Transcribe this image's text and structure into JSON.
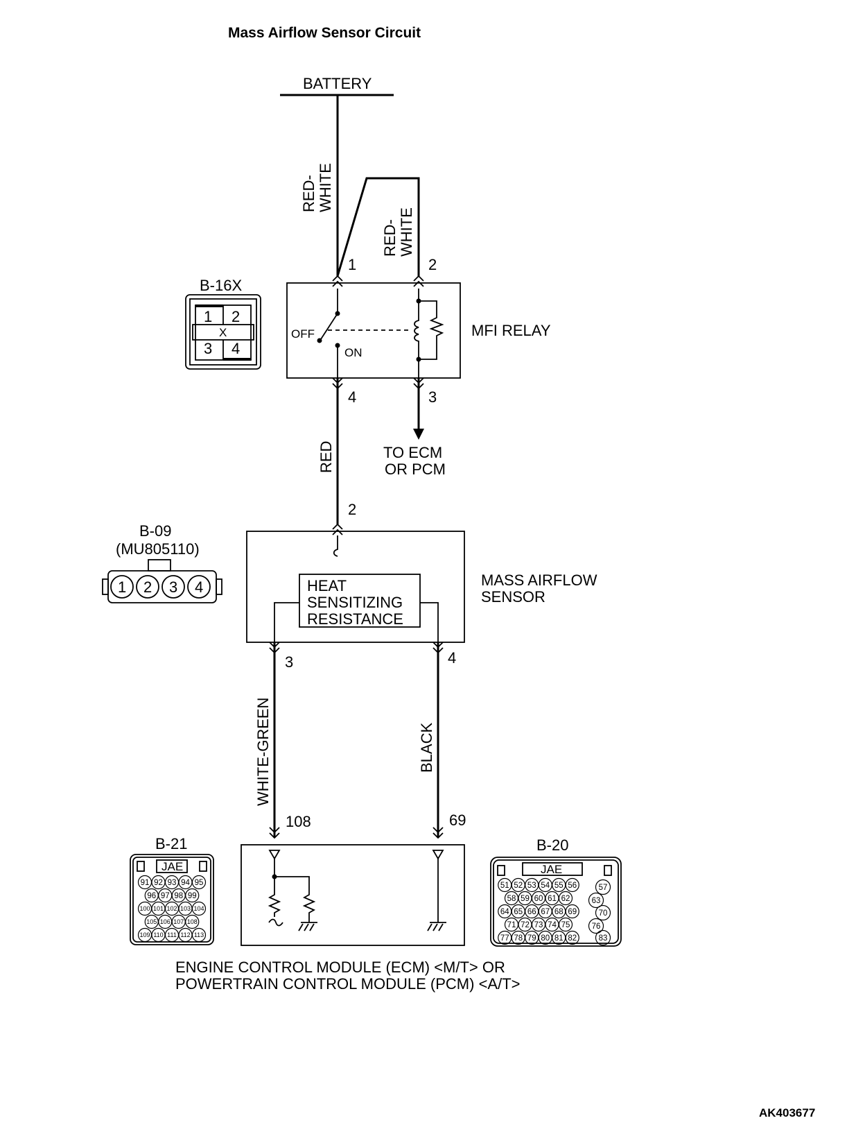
{
  "title": "Mass Airflow Sensor Circuit",
  "figure_id": "AK403677",
  "battery": {
    "label": "BATTERY"
  },
  "relay": {
    "label": "MFI RELAY",
    "connector": "B-16X",
    "pins": [
      "1",
      "2",
      "3",
      "4"
    ],
    "connector_pins": [
      "1",
      "2",
      "3",
      "4"
    ],
    "connector_mark": "X",
    "switch_off": "OFF",
    "switch_on": "ON",
    "to_ecm_line1": "TO ECM",
    "to_ecm_line2": "OR PCM"
  },
  "wires": {
    "battery_to_relay1": "RED-\nWHITE",
    "battery_to_relay2": "RED-\nWHITE",
    "relay_to_sensor": "RED",
    "sensor3_to_ecm": "WHITE-GREEN",
    "sensor4_to_ecm": "BLACK"
  },
  "sensor": {
    "label_line1": "MASS AIRFLOW",
    "label_line2": "SENSOR",
    "connector": "B-09",
    "part_number": "(MU805110)",
    "pin_in": "2",
    "pin_out_a": "3",
    "pin_out_b": "4",
    "connector_pins": [
      "1",
      "2",
      "3",
      "4"
    ],
    "element_line1": "HEAT",
    "element_line2": "SENSITIZING",
    "element_line3": "RESISTANCE"
  },
  "ecm": {
    "label_line1": "ENGINE CONTROL MODULE (ECM) <M/T> OR",
    "label_line2": "POWERTRAIN CONTROL MODULE (PCM) <A/T>",
    "pin_a": "108",
    "pin_b": "69"
  },
  "connector_b21": {
    "name": "B-21",
    "brand": "JAE",
    "rows": [
      [
        "91",
        "92",
        "93",
        "94",
        "95"
      ],
      [
        "96",
        "97",
        "98",
        "99"
      ],
      [
        "100",
        "101",
        "102",
        "103",
        "104"
      ],
      [
        "105",
        "106",
        "107",
        "108"
      ],
      [
        "109",
        "110",
        "111",
        "112",
        "113"
      ]
    ]
  },
  "connector_b20": {
    "name": "B-20",
    "brand": "JAE",
    "rows": [
      [
        "51",
        "52",
        "53",
        "54",
        "55",
        "56"
      ],
      [
        "58",
        "59",
        "60",
        "61",
        "62"
      ],
      [
        "64",
        "65",
        "66",
        "67",
        "68",
        "69"
      ],
      [
        "71",
        "72",
        "73",
        "74",
        "75"
      ],
      [
        "77",
        "78",
        "79",
        "80",
        "81",
        "82"
      ]
    ],
    "side": [
      "57",
      "63",
      "70",
      "76",
      "83"
    ]
  }
}
